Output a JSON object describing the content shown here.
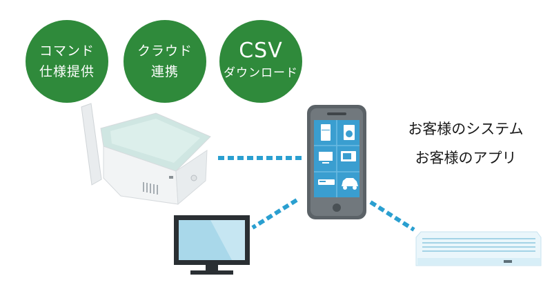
{
  "badges": {
    "command": {
      "line1": "コマンド",
      "line2": "仕様提供"
    },
    "cloud": {
      "line1": "クラウド",
      "line2": "連携"
    },
    "csv": {
      "line1": "CSV",
      "line2": "ダウンロード"
    }
  },
  "captions": {
    "line1": "お客様のシステム",
    "line2": "お客様のアプリ"
  },
  "colors": {
    "badge": "#2f8a3b",
    "connector": "#2a9fd0",
    "phone_screen": "#3a9ed0"
  },
  "icons": [
    "router-device",
    "smartphone",
    "tv-monitor",
    "air-conditioner",
    "refrigerator-icon",
    "washing-machine-icon",
    "tv-icon",
    "microwave-icon",
    "video-recorder-icon",
    "car-icon"
  ]
}
